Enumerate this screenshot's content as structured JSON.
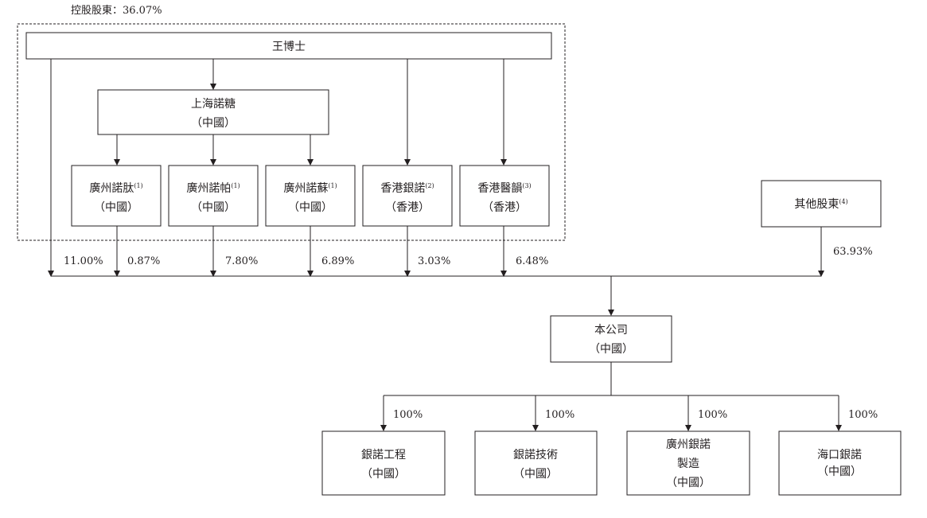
{
  "group_label": "控股股東：36.07%",
  "nodes": {
    "dr_wang": {
      "lines": [
        "王博士"
      ]
    },
    "shanghai_nuotang": {
      "lines": [
        "上海諾糖",
        "（中國）"
      ]
    },
    "gz_nuotai": {
      "name": "廣州諾肽",
      "note": "(1)",
      "sub": "（中國）"
    },
    "gz_nuopa": {
      "name": "廣州諾帕",
      "note": "(1)",
      "sub": "（中國）"
    },
    "gz_nuosu": {
      "name": "廣州諾蘇",
      "note": "(1)",
      "sub": "（中國）"
    },
    "hk_yinnuo": {
      "name": "香港銀諾",
      "note": "(2)",
      "sub": "（香港）"
    },
    "hk_yiyun": {
      "name": "香港醫韻",
      "note": "(3)",
      "sub": "（香港）"
    },
    "other_shareholders": {
      "name": "其他股東",
      "note": "(4)"
    },
    "company": {
      "lines": [
        "本公司",
        "（中國）"
      ]
    },
    "yinnuo_eng": {
      "lines": [
        "銀諾工程",
        "（中國）"
      ]
    },
    "yinnuo_tech": {
      "lines": [
        "銀諾技術",
        "（中國）"
      ]
    },
    "gz_yinnuo_mfg": {
      "lines": [
        "廣州銀諾",
        "製造",
        "（中國）"
      ]
    },
    "haikou_yinnuo": {
      "lines": [
        "海口銀諾",
        "（中國）"
      ]
    }
  },
  "holdings": {
    "dr_wang_direct": "11.00%",
    "gz_nuotai": "0.87%",
    "gz_nuopa": "7.80%",
    "gz_nuosu": "6.89%",
    "hk_yinnuo": "3.03%",
    "hk_yiyun": "6.48%",
    "other_shareholders": "63.93%"
  },
  "subsidiaries_pct": [
    "100%",
    "100%",
    "100%",
    "100%"
  ]
}
